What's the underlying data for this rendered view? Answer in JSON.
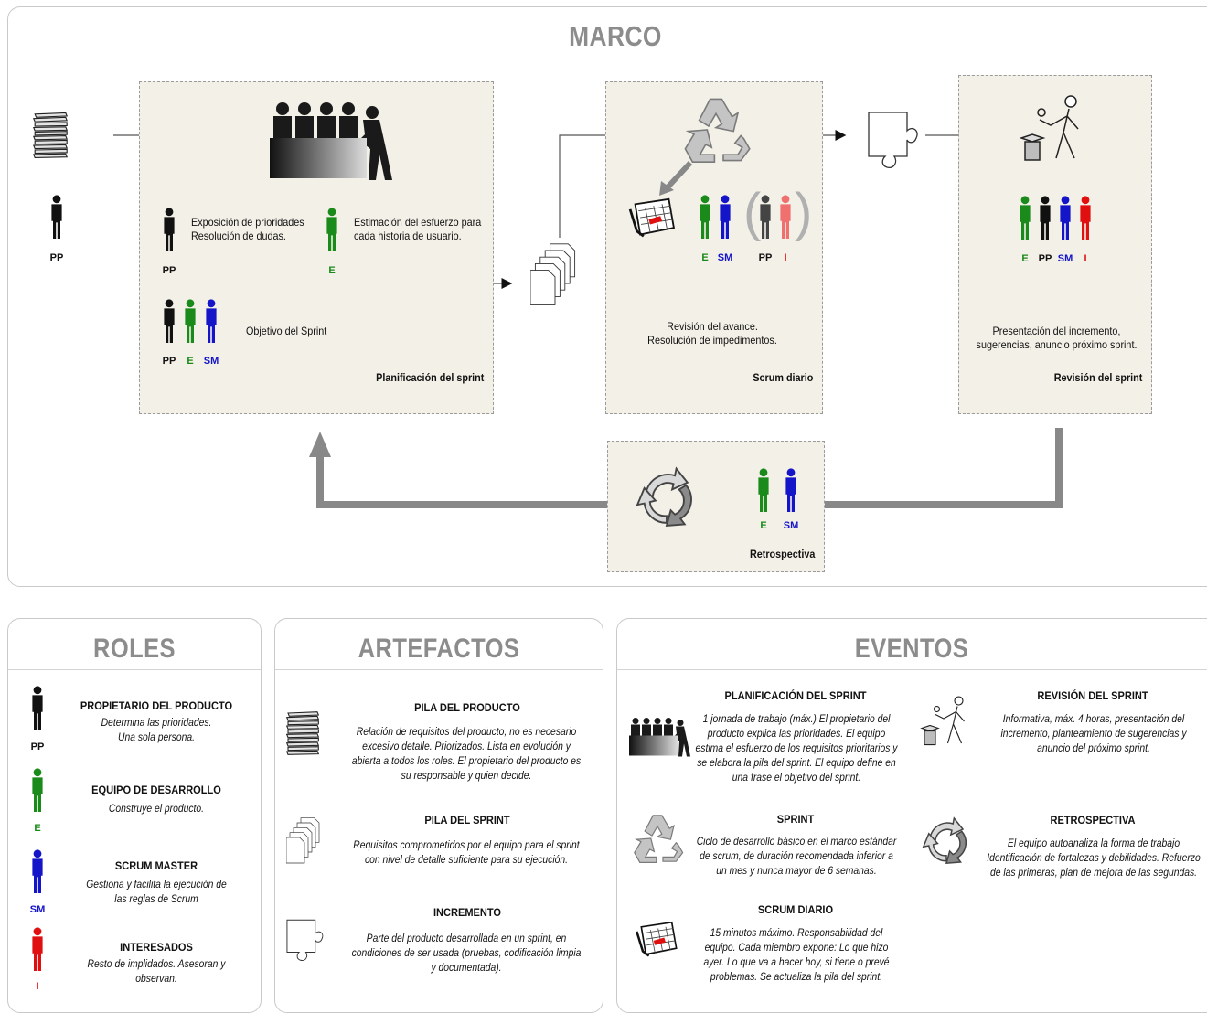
{
  "colors": {
    "pp": "#111111",
    "e": "#1a8a1a",
    "sm": "#1414c8",
    "i": "#e01010",
    "stage_bg": "#f3f0e7",
    "title_gray": "#8c8c8c"
  },
  "marco": {
    "title": "MARCO",
    "backlog_role": "PP",
    "planning": {
      "text_pp": "Exposición de prioridades\nResolución de dudas.",
      "label_pp": "PP",
      "text_e": "Estimación del esfuerzo para\ncada historia de usuario.",
      "label_e": "E",
      "objective": "Objetivo del Sprint",
      "team_labels": [
        "PP",
        "E",
        "SM"
      ],
      "title": "Planificación del sprint"
    },
    "daily": {
      "labels": [
        "E",
        "SM",
        "PP",
        "I"
      ],
      "text": "Revisión del avance.\nResolución de impedimentos.",
      "title": "Scrum diario"
    },
    "review": {
      "labels": [
        "E",
        "PP",
        "SM",
        "I"
      ],
      "text": "Presentación del incremento,\nsugerencias, anuncio próximo sprint.",
      "title": "Revisión del sprint"
    },
    "retro": {
      "labels": [
        "E",
        "SM"
      ],
      "title": "Retrospectiva"
    }
  },
  "roles": {
    "title": "ROLES",
    "items": [
      {
        "label": "PP",
        "name": "PROPIETARIO DEL PRODUCTO",
        "desc": "Determina las prioridades.\nUna sola persona."
      },
      {
        "label": "E",
        "name": "EQUIPO DE DESARROLLO",
        "desc": "Construye el producto."
      },
      {
        "label": "SM",
        "name": "SCRUM MASTER",
        "desc": "Gestiona y facilita la ejecución de\nlas reglas de Scrum"
      },
      {
        "label": "I",
        "name": "INTERESADOS",
        "desc": "Resto de implidados. Asesoran y\nobservan."
      }
    ]
  },
  "artefactos": {
    "title": "ARTEFACTOS",
    "items": [
      {
        "name": "PILA DEL PRODUCTO",
        "desc": "Relación de requisitos del producto, no es necesario\nexcesivo detalle. Priorizados. Lista en evolución y\nabierta a todos los roles. El propietario del producto es\nsu responsable y quien decide."
      },
      {
        "name": "PILA DEL SPRINT",
        "desc": "Requisitos comprometidos por el equipo para el sprint\ncon nivel de detalle suficiente para su ejecución."
      },
      {
        "name": "INCREMENTO",
        "desc": "Parte del producto desarrollada en un sprint, en\ncondiciones de ser usada (pruebas, codificación limpia\ny documentada)."
      }
    ]
  },
  "eventos": {
    "title": "EVENTOS",
    "items": [
      {
        "name": "PLANIFICACIÓN DEL SPRINT",
        "desc": "1 jornada de trabajo (máx.) El propietario del\nproducto explica las prioridades. El equipo\nestima el esfuerzo de los requisitos prioritarios y\nse elabora la pila del sprint. El equipo define en\nuna frase el objetivo del sprint."
      },
      {
        "name": "SPRINT",
        "desc": "Ciclo de desarrollo básico en el marco estándar\nde scrum, de duración recomendada inferior a\nun mes y nunca mayor de 6 semanas."
      },
      {
        "name": "SCRUM DIARIO",
        "desc": "15 minutos máximo. Responsabilidad del\nequipo. Cada miembro expone: Lo que hizo\nayer. Lo que va a hacer hoy, si tiene o prevé\nproblemas. Se actualiza la pila del sprint."
      },
      {
        "name": "REVISIÓN DEL SPRINT",
        "desc": "Informativa, máx. 4 horas, presentación del\nincremento, planteamiento de sugerencias y\nanuncio del próximo sprint."
      },
      {
        "name": "RETROSPECTIVA",
        "desc": "El equipo autoanaliza la forma de trabajo\nIdentificación de fortalezas y debilidades. Refuerzo\nde las primeras, plan de mejora de las segundas."
      }
    ]
  }
}
